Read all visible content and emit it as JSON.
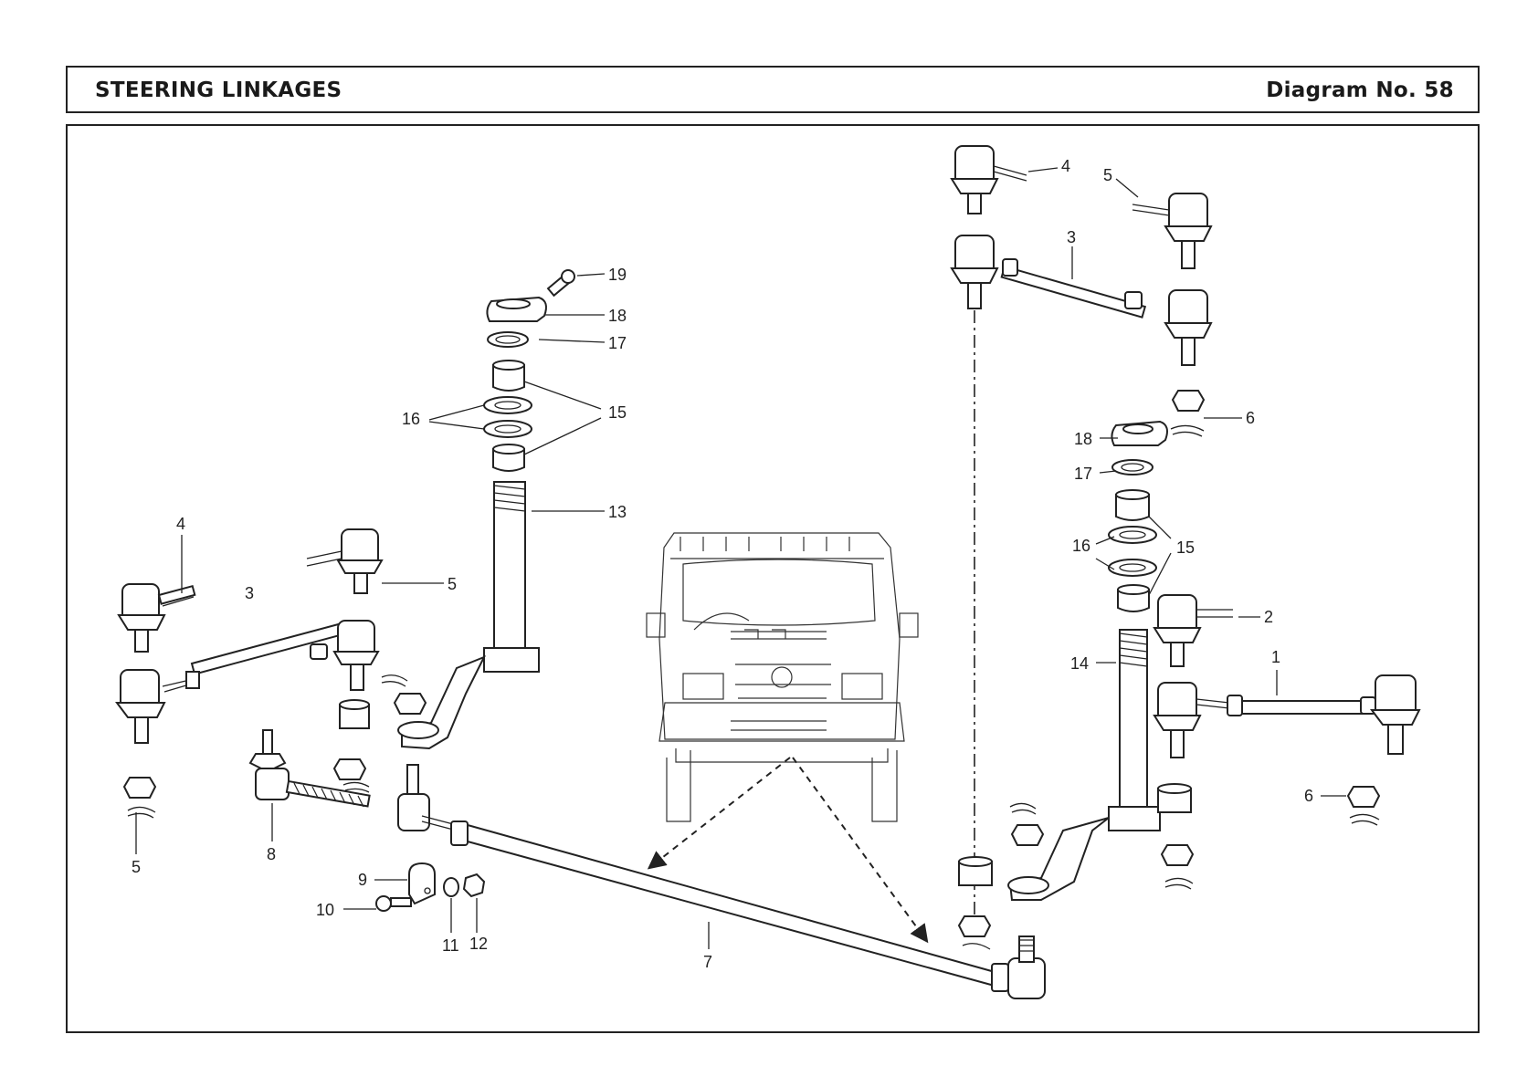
{
  "header": {
    "title": "STEERING LINKAGES",
    "diagram_label": "Diagram No. 58"
  },
  "callouts": {
    "c19": "19",
    "c18a": "18",
    "c17a": "17",
    "c15a": "15",
    "c16a": "16",
    "c13": "13",
    "c4a": "4",
    "c3a": "3",
    "c5a": "5",
    "c5b": "5",
    "c8": "8",
    "c9": "9",
    "c10": "10",
    "c11": "11",
    "c12": "12",
    "c7": "7",
    "c4b": "4",
    "c5c": "5",
    "c3b": "3",
    "c6a": "6",
    "c18b": "18",
    "c17b": "17",
    "c16b": "16",
    "c15b": "15",
    "c2": "2",
    "c1": "1",
    "c14": "14",
    "c6b": "6"
  }
}
